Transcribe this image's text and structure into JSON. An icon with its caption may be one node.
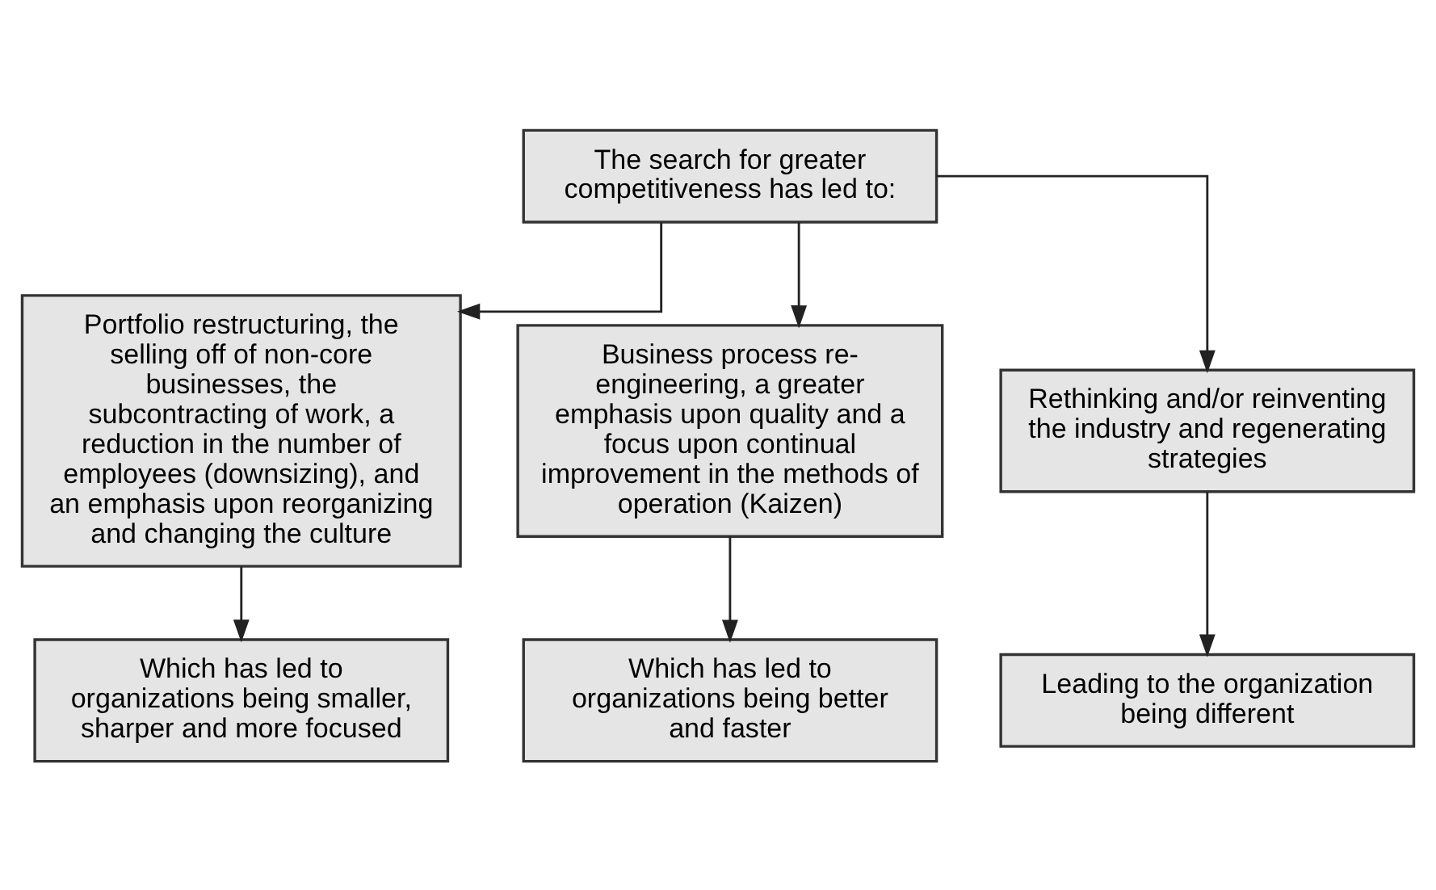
{
  "diagram": {
    "nodes": [
      {
        "text": [
          "The search for greater competitiveness has led to:"
        ]
      },
      {
        "text": [
          "Portfolio restructuring, the selling off of non-core businesses, the subcontracting of work, a reduction in the number of employees (downsizing), and an emphasis upon reorganizing and changing the culture"
        ]
      },
      {
        "text": [
          "Business process re-engineering, a greater emphasis upon quality and a focus upon continual improvement in the methods of operation (Kaizen)"
        ]
      },
      {
        "text": [
          "Rethinking and/or reinventing the industry and regenerating strategies"
        ]
      },
      {
        "text": [
          "Which has led to organizations being smaller, sharper and more focused"
        ]
      },
      {
        "text": [
          "Which has led to organizations being better and faster"
        ]
      },
      {
        "text": [
          "Leading to the organization being different"
        ]
      }
    ],
    "edges": [
      {
        "from": 0,
        "to": 1,
        "arrow": "to"
      },
      {
        "from": 0,
        "to": 2,
        "arrow": "to"
      },
      {
        "from": 0,
        "to": 3,
        "arrow": "to"
      },
      {
        "from": 1,
        "to": 4,
        "arrow": "to"
      },
      {
        "from": 2,
        "to": 5,
        "arrow": "to"
      },
      {
        "from": 3,
        "to": 6,
        "arrow": "to"
      }
    ]
  }
}
